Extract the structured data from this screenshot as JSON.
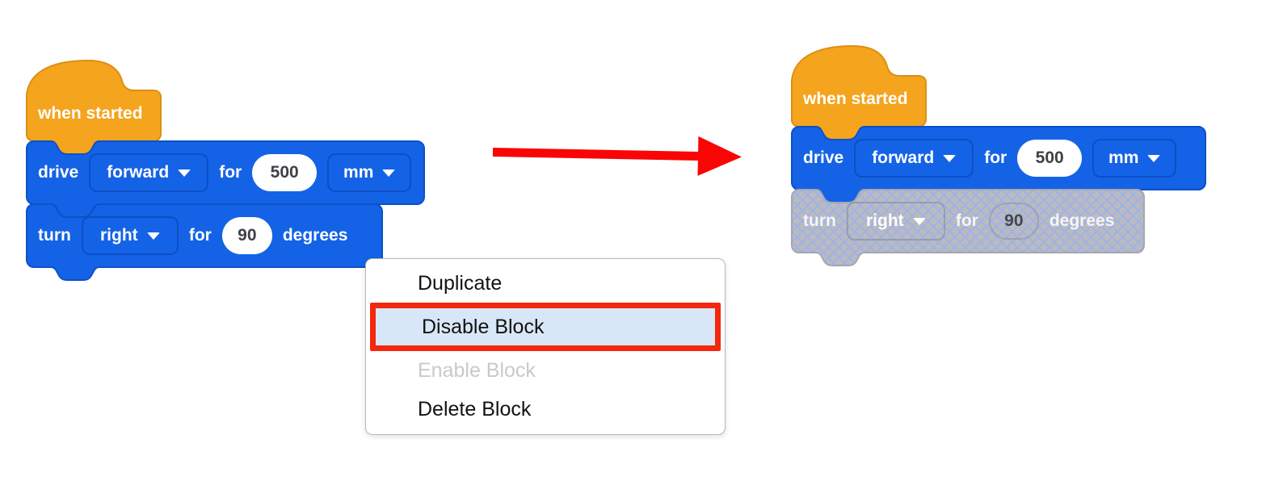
{
  "left_stack": {
    "hat_label": "when started",
    "drive": {
      "verb": "drive",
      "direction": "forward",
      "for_label": "for",
      "distance": "500",
      "unit": "mm"
    },
    "turn": {
      "verb": "turn",
      "direction": "right",
      "for_label": "for",
      "angle": "90",
      "unit_label": "degrees"
    }
  },
  "right_stack": {
    "hat_label": "when started",
    "drive": {
      "verb": "drive",
      "direction": "forward",
      "for_label": "for",
      "distance": "500",
      "unit": "mm"
    },
    "turn": {
      "verb": "turn",
      "direction": "right",
      "for_label": "for",
      "angle": "90",
      "unit_label": "degrees",
      "state": "disabled"
    }
  },
  "context_menu": {
    "items": [
      {
        "label": "Duplicate",
        "state": "normal"
      },
      {
        "label": "Disable Block",
        "state": "selected"
      },
      {
        "label": "Enable Block",
        "state": "disabled"
      },
      {
        "label": "Delete Block",
        "state": "normal"
      }
    ]
  },
  "colors": {
    "block_blue": "#1463e6",
    "block_blue_border": "#0d50c8",
    "hat_orange": "#f4a41d",
    "hat_orange_border": "#dd8f12",
    "disabled_fill": "#bababf",
    "disabled_hatch_line": "#9fb3e5",
    "menu_highlight_bg": "#d8e7f7",
    "menu_highlight_border": "#f3270e",
    "menu_disabled_text": "#c9c9c9",
    "arrow_red": "#fa0505",
    "value_text": "#3f4146"
  }
}
